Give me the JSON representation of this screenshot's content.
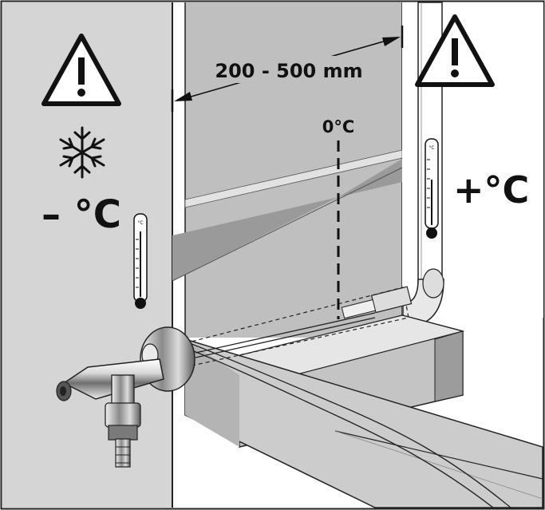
{
  "labels": {
    "wall_thickness": "200 - 500 mm",
    "zero_point": "0°C",
    "inside_temp": "+°C",
    "outside_temp": "– °C"
  },
  "thermometer_units": {
    "left": "°C",
    "right": "°C"
  },
  "icons": {
    "left_warning": "warning-triangle-icon",
    "right_warning": "warning-triangle-icon",
    "frost": "snowflake-icon",
    "left_thermometer": "thermometer-icon",
    "right_thermometer": "thermometer-icon"
  },
  "colors": {
    "outside_background": "#d5d5d5",
    "wall_face": "#bfbfbf",
    "wall_dark": "#a3a3a3",
    "ink": "#111111"
  }
}
